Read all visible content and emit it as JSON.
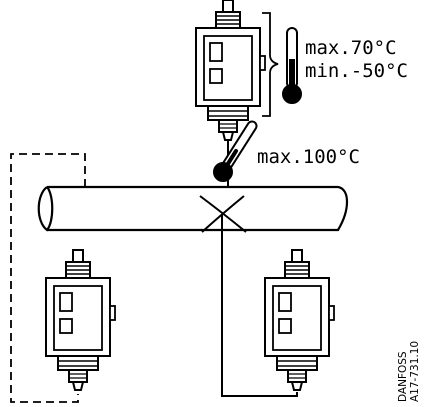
{
  "labels": {
    "upper_max": "max.70°C",
    "upper_min": "min.-50°C",
    "pipe_max": "max.100°C"
  },
  "figure_code": {
    "line1": "DANFOSS",
    "line2": "A17-731.10"
  },
  "components": {
    "thermostats": [
      "top",
      "bottom-left",
      "bottom-right"
    ],
    "thermometers": [
      "ambient",
      "pipe"
    ]
  }
}
